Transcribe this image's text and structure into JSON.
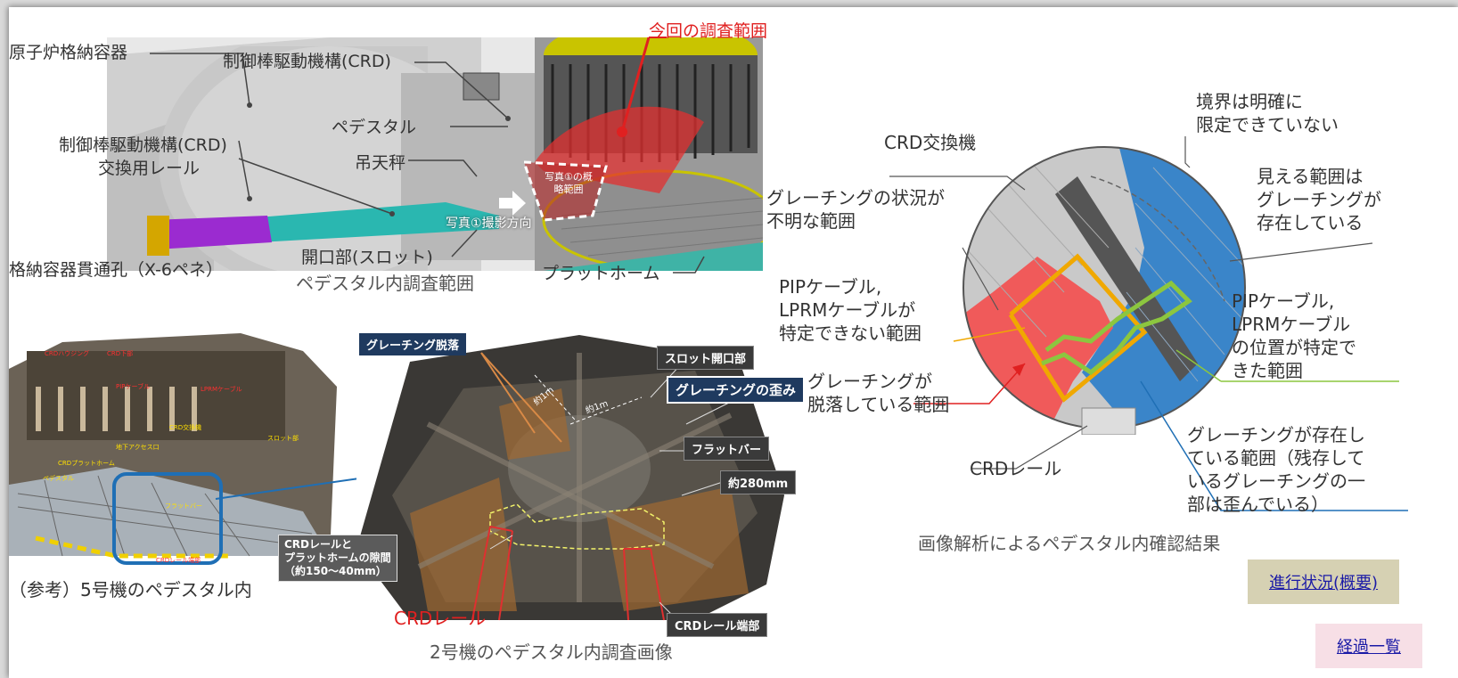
{
  "top_diagram": {
    "labels": {
      "containment_vessel": "原子炉格納容器",
      "crd": "制御棒駆動機構(CRD)",
      "crd_rail_line1": "制御棒駆動機構(CRD)",
      "crd_rail_line2": "交換用レール",
      "pedestal": "ペデスタル",
      "hoist": "吊天秤",
      "survey_scope": "今回の調査範囲",
      "photo_scope": "写真①の概略範囲",
      "photo_direction": "写真①撮影方向",
      "slot": "開口部(スロット)",
      "penetration": "格納容器貫通孔（X-6ペネ）",
      "platform": "プラットホーム",
      "caption": "ペデスタル内調査範囲"
    }
  },
  "reference_photo": {
    "caption": "（参考）5号機のペデスタル内",
    "tags": [
      "CRDハウジング",
      "CRD下部",
      "PIPケーブル",
      "LPRMケーブル",
      "CRD交換機",
      "地下アクセス口",
      "スロット部",
      "CRDプラットホーム",
      "ペデスタル",
      "フラットバー",
      "CRDレール端部"
    ]
  },
  "survey_photo": {
    "caption": "2号機のペデスタル内調査画像",
    "labels": {
      "grating_fallen": "グレーチング脱落",
      "slot_opening": "スロット開口部",
      "grating_distortion": "グレーチングの歪み",
      "flat_bar": "フラットバー",
      "approx_280": "約280mm",
      "gap_line1": "CRDレールと",
      "gap_line2": "プラットホームの隙間",
      "gap_line3": "（約150～40mm）",
      "crd_rail": "CRDレール",
      "crd_rail_end": "CRDレール端部",
      "approx_1m_a": "約1m",
      "approx_1m_b": "約1m"
    }
  },
  "analysis_diagram": {
    "caption": "画像解析によるペデスタル内確認結果",
    "labels": {
      "boundary_line1": "境界は明確に",
      "boundary_line2": "限定できていない",
      "crd_exchanger": "CRD交換機",
      "visible_line1": "見える範囲は",
      "visible_line2": "グレーチングが",
      "visible_line3": "存在している",
      "unknown_line1": "グレーチングの状況が",
      "unknown_line2": "不明な範囲",
      "pip_unknown_line1": "PIPケーブル,",
      "pip_unknown_line2": "LPRMケーブルが",
      "pip_unknown_line3": "特定できない範囲",
      "pip_known_line1": "PIPケーブル,",
      "pip_known_line2": "LPRMケーブル",
      "pip_known_line3": "の位置が特定で",
      "pip_known_line4": "きた範囲",
      "fallen_line1": "グレーチングが",
      "fallen_line2": "脱落している範囲",
      "exists_line1": "グレーチングが存在し",
      "exists_line2": "ている範囲（残存して",
      "exists_line3": "いるグレーチングの一",
      "exists_line4": "部は歪んでいる）",
      "crd_rail": "CRDレール"
    },
    "colors": {
      "grating_exists": "#3a85c9",
      "grating_fallen": "#f05a5a",
      "unknown": "#bdbdbd",
      "pip_unknown": "#f0a800",
      "pip_known": "#8cc63f"
    }
  },
  "nav": {
    "progress_label": "進行状況(概要)",
    "history_label": "経過一覧"
  }
}
